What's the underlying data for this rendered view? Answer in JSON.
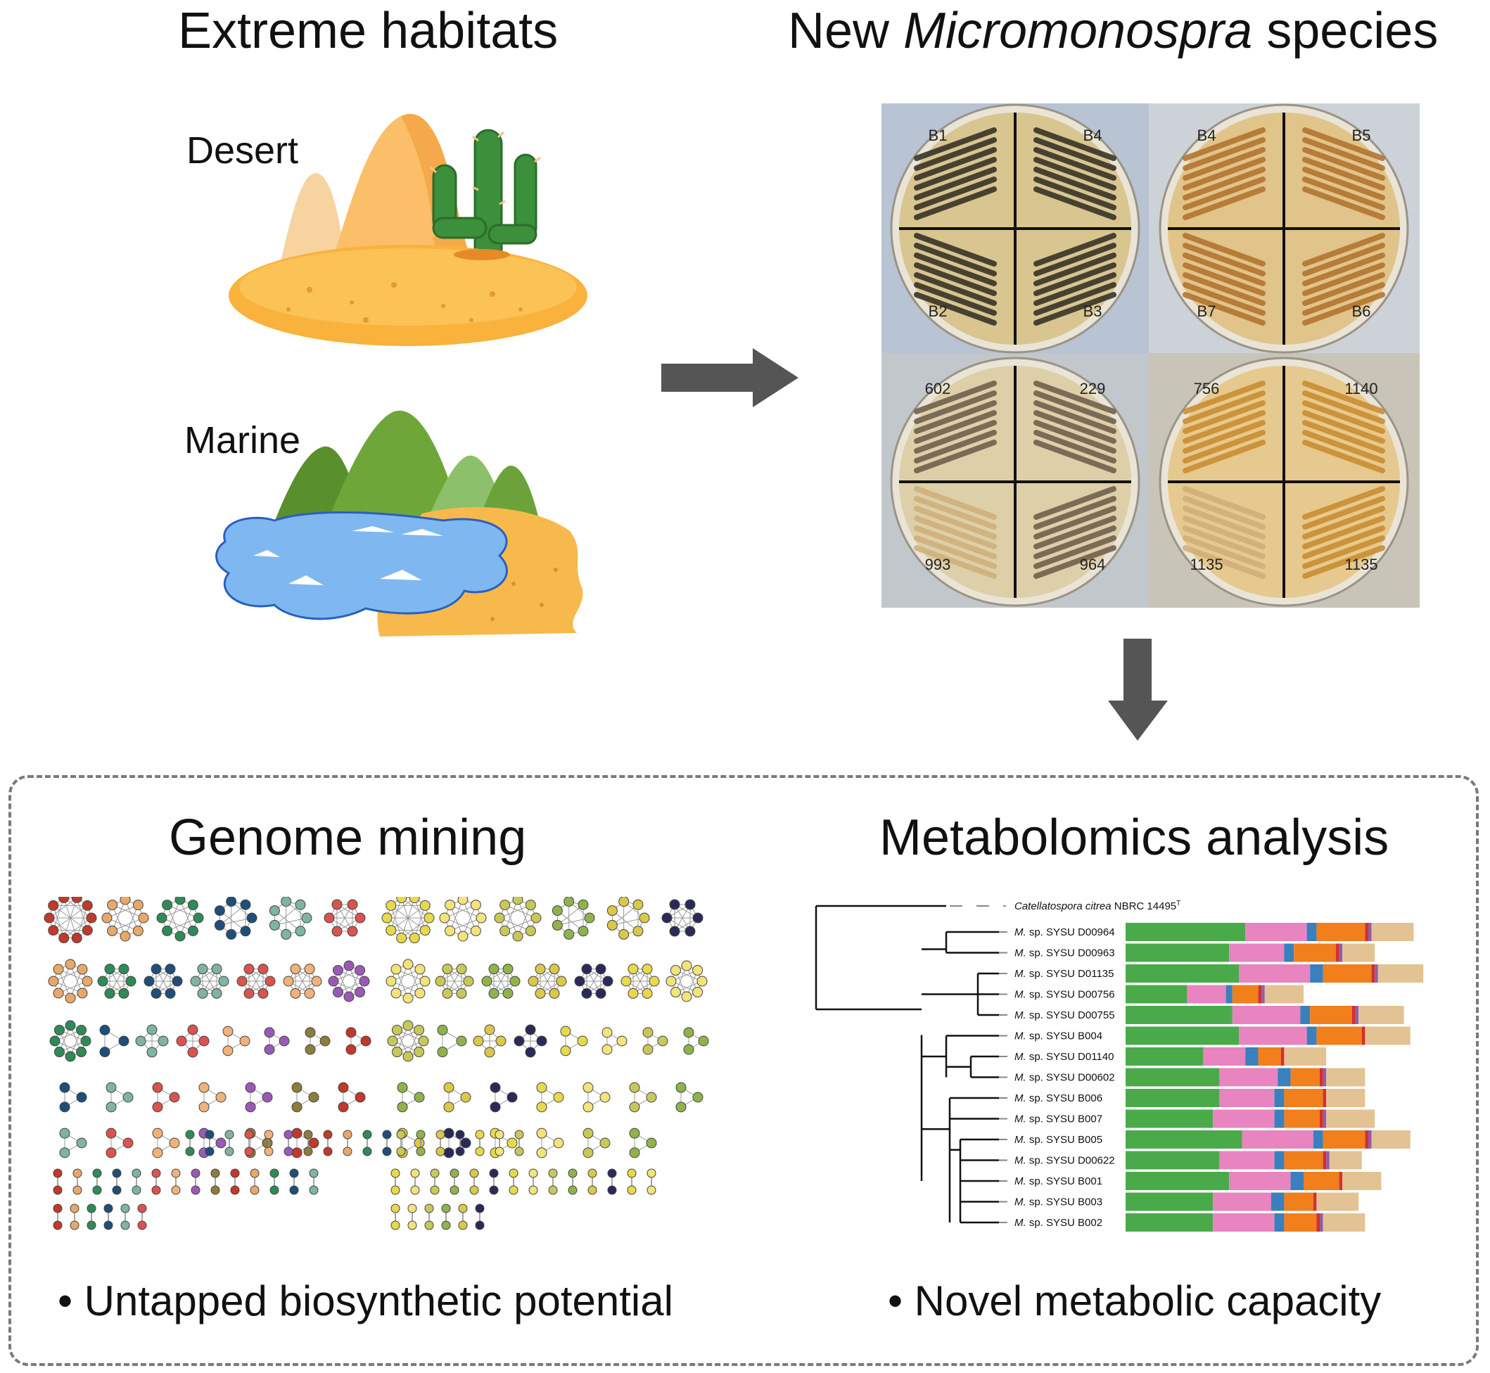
{
  "headings": {
    "extreme": "Extreme habitats",
    "new_prefix": "New ",
    "new_genus": "Micromonospra",
    "new_suffix": " species",
    "genome": "Genome mining",
    "metabolomics": "Metabolomics analysis"
  },
  "habitats": {
    "desert": "Desert",
    "marine": "Marine"
  },
  "bullets": {
    "left": "• Untapped biosynthetic potential",
    "right": "• Novel metabolic capacity"
  },
  "plates": {
    "labels": [
      [
        "B1",
        "B4",
        "B2",
        "B3"
      ],
      [
        "B4",
        "B5",
        "B7",
        "B6"
      ],
      [
        "602",
        "229",
        "993",
        "964"
      ],
      [
        "756",
        "1140",
        "1135",
        "1135"
      ]
    ]
  },
  "colors": {
    "arrow": "#555555",
    "seg_green": "#4aaa4a",
    "seg_pink": "#e884bf",
    "seg_blue": "#3a7fbe",
    "seg_orange": "#f07f1c",
    "seg_red": "#d32f2f",
    "seg_purple": "#8e5ea8",
    "seg_tan": "#e3c394"
  },
  "tree": {
    "outgroup_genus": "Catellatospora citrea",
    "outgroup_strain": " NBRC 14495",
    "outgroup_sup": "T",
    "prefix": "M.",
    "leaves": [
      "sp. SYSU D00964",
      "sp. SYSU D00963",
      "sp. SYSU D01135",
      "sp. SYSU D00756",
      "sp. SYSU D00755",
      "sp. SYSU B004",
      "sp. SYSU D01140",
      "sp. SYSU D00602",
      "sp. SYSU B006",
      "sp. SYSU B007",
      "sp. SYSU B005",
      "sp. SYSU D00622",
      "sp. SYSU B001",
      "sp. SYSU B003",
      "sp. SYSU B002"
    ],
    "composition": [
      [
        0.37,
        0.19,
        0.03,
        0.15,
        0.01,
        0.01,
        0.13
      ],
      [
        0.32,
        0.17,
        0.03,
        0.13,
        0.01,
        0.01,
        0.1
      ],
      [
        0.35,
        0.22,
        0.04,
        0.15,
        0.01,
        0.01,
        0.14
      ],
      [
        0.19,
        0.12,
        0.02,
        0.08,
        0.01,
        0.01,
        0.12
      ],
      [
        0.33,
        0.21,
        0.03,
        0.13,
        0.01,
        0.01,
        0.14
      ],
      [
        0.35,
        0.21,
        0.03,
        0.14,
        0.01,
        0.0,
        0.14
      ],
      [
        0.24,
        0.13,
        0.04,
        0.07,
        0.01,
        0.0,
        0.13
      ],
      [
        0.29,
        0.18,
        0.04,
        0.09,
        0.01,
        0.01,
        0.12
      ],
      [
        0.29,
        0.17,
        0.03,
        0.12,
        0.01,
        0.0,
        0.12
      ],
      [
        0.27,
        0.19,
        0.03,
        0.11,
        0.01,
        0.01,
        0.15
      ],
      [
        0.36,
        0.22,
        0.03,
        0.13,
        0.01,
        0.01,
        0.12
      ],
      [
        0.29,
        0.17,
        0.03,
        0.12,
        0.01,
        0.01,
        0.1
      ],
      [
        0.32,
        0.19,
        0.04,
        0.11,
        0.01,
        0.0,
        0.12
      ],
      [
        0.27,
        0.18,
        0.04,
        0.09,
        0.01,
        0.0,
        0.13
      ],
      [
        0.27,
        0.19,
        0.03,
        0.1,
        0.01,
        0.01,
        0.13
      ]
    ]
  }
}
